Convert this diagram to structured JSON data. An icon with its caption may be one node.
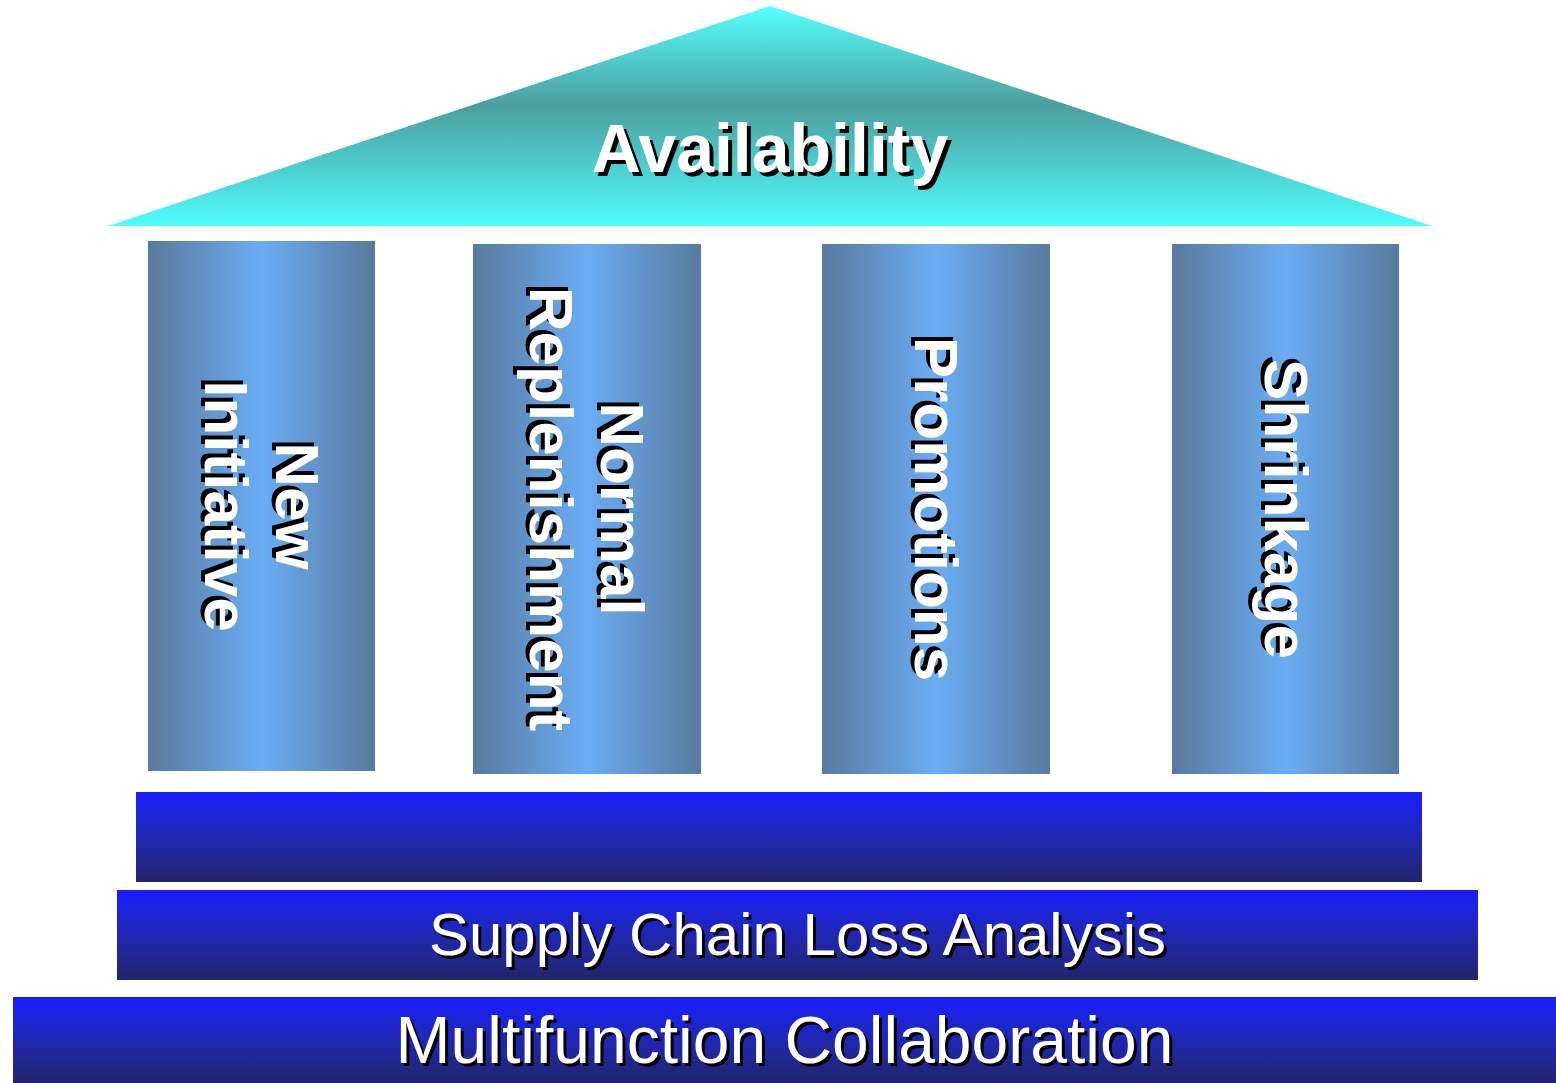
{
  "diagram": {
    "nodes": [
      {
        "text": [
          "Availability"
        ]
      },
      {
        "text": [
          "New Initiative"
        ]
      },
      {
        "text": [
          "Normal Replenishment"
        ]
      },
      {
        "text": [
          "Promotions"
        ]
      },
      {
        "text": [
          "Shrinkage"
        ]
      },
      {
        "text": [],
        "shape": "bar"
      },
      {
        "text": [
          "Supply Chain Loss Analysis"
        ]
      },
      {
        "text": [
          "Multifunction Collaboration"
        ]
      }
    ]
  }
}
